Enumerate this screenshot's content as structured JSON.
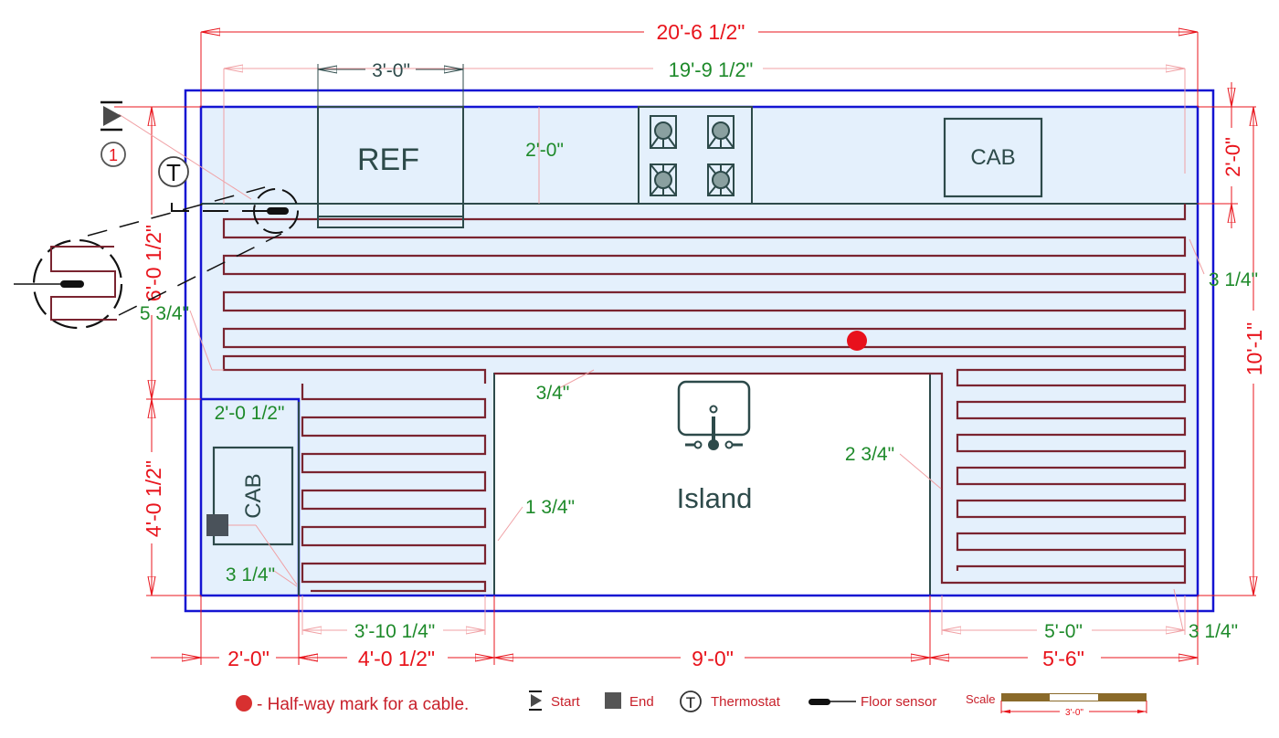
{
  "colors": {
    "room_border": "#1414d2",
    "floor_fill": "#e4f0fc",
    "fixture_stroke": "#2d4a4a",
    "cable": "#7a2430",
    "dimension_red": "#e8141c",
    "dimension_green": "#1e8a2a",
    "halfway_mark": "#e8101c",
    "legend_text": "#c8202a",
    "scale_bar": "#8a6a2a"
  },
  "fixtures": {
    "refrigerator": "REF",
    "top_cabinet": "CAB",
    "left_cabinet": "CAB",
    "island": "Island",
    "cooktop": "cooktop-4-burner",
    "sink": "sink"
  },
  "dimensions": {
    "overall_width": "20'-6 1/2\"",
    "heated_width": "19'-9 1/2\"",
    "ref_width": "3'-0\"",
    "counter_depth": "2'-0\"",
    "right_counter_depth": "2'-0\"",
    "overall_depth": "10'-1\"",
    "left_upper_depth": "6'-0 1/2\"",
    "left_lower_depth": "4'-0 1/2\"",
    "left_cab_width": "2'-0 1/2\"",
    "bottom_seg1": "2'-0\"",
    "bottom_seg2": "4'-0 1/2\"",
    "bottom_seg3": "9'-0\"",
    "bottom_seg4": "5'-6\"",
    "left_heated_width": "3'-10 1/4\"",
    "right_heated_width": "5'-0\"",
    "spacing_left_edge": "5 3/4\"",
    "spacing_right_edge": "3 1/4\"",
    "spacing_island_top": "3/4\"",
    "spacing_island_left": "1 3/4\"",
    "spacing_island_right": "2 3/4\"",
    "spacing_cab_bottom": "3 1/4\"",
    "spacing_bottom_right": "3 1/4\""
  },
  "markers": {
    "start_number": "1",
    "thermostat_letter": "T"
  },
  "legend": {
    "halfway": "- Half-way mark for a cable.",
    "start": "Start",
    "end": "End",
    "thermostat": "Thermostat",
    "thermostat_letter": "T",
    "floor_sensor": "Floor sensor",
    "scale": "Scale",
    "scale_length": "3'-0\""
  }
}
